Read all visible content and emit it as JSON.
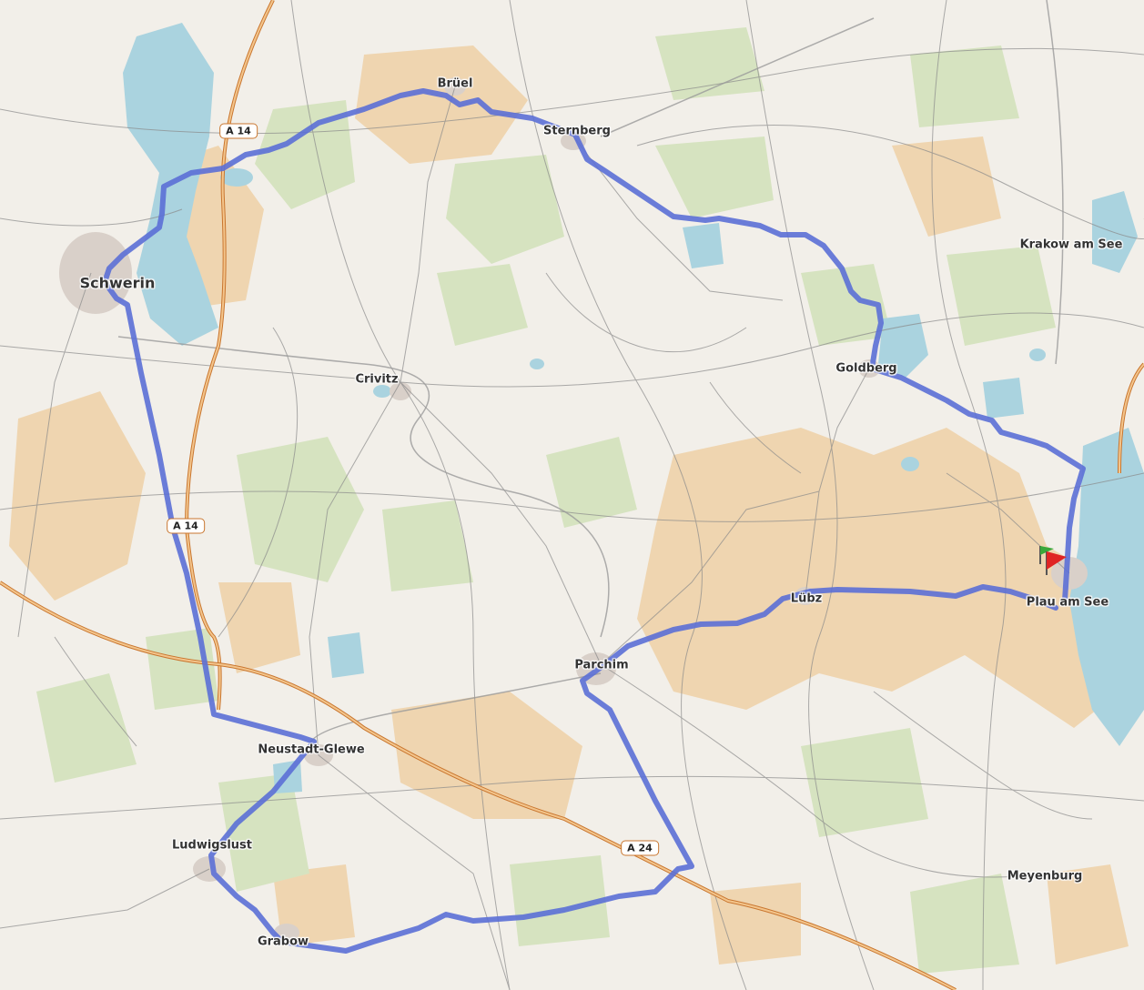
{
  "map": {
    "towns": {
      "schwerin": "Schwerin",
      "bruel": "Brüel",
      "sternberg": "Sternberg",
      "krakow": "Krakow am See",
      "goldberg": "Goldberg",
      "crivitz": "Crivitz",
      "lubz": "Lübz",
      "plau": "Plau am See",
      "parchim": "Parchim",
      "neustadt": "Neustadt-Glewe",
      "ludwigslust": "Ludwigslust",
      "grabow": "Grabow",
      "meyenburg": "Meyenburg"
    },
    "roads": {
      "a14_north": "A 14",
      "a14_south": "A 14",
      "a24": "A 24"
    },
    "colors": {
      "route": "#5b6fd6",
      "land": "#f2efe9",
      "forest": "#d6e3c0",
      "farmland": "#efd5b0",
      "water": "#aad3df",
      "motorway": "#d89a58",
      "road": "#8a8a8a"
    },
    "markers": {
      "start_flag": "green-flag-icon",
      "end_flag": "red-flag-icon"
    }
  }
}
